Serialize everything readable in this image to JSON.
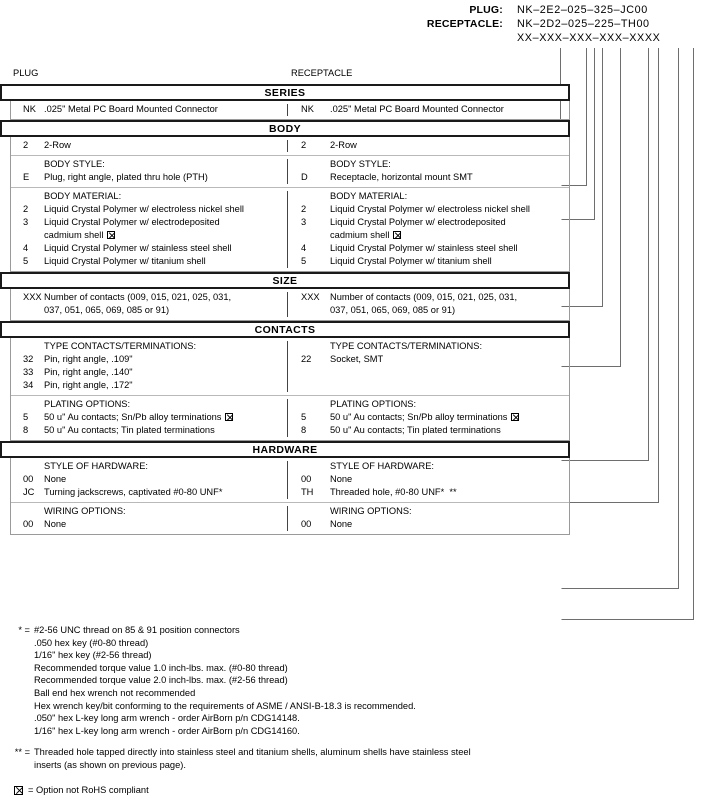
{
  "part_number_header": {
    "rows": [
      {
        "label": "PLUG:",
        "value": "NK–2E2–025–325–JC00"
      },
      {
        "label": "RECEPTACLE:",
        "value": "NK–2D2–025–225–TH00"
      }
    ],
    "mask": "XX–XXX–XXX–XXX–XXXX"
  },
  "column_headers": {
    "plug": "PLUG",
    "receptacle": "RECEPTACLE"
  },
  "sections": [
    {
      "title": "SERIES",
      "groups": [
        {
          "plug": {
            "heading": "",
            "options": [
              {
                "code": "NK",
                "desc": ".025\" Metal PC Board Mounted Connector"
              }
            ]
          },
          "receptacle": {
            "heading": "",
            "options": [
              {
                "code": "NK",
                "desc": ".025\" Metal PC Board Mounted Connector"
              }
            ]
          }
        }
      ]
    },
    {
      "title": "BODY",
      "groups": [
        {
          "plug": {
            "heading": "",
            "options": [
              {
                "code": "2",
                "desc": "2-Row"
              }
            ]
          },
          "receptacle": {
            "heading": "",
            "options": [
              {
                "code": "2",
                "desc": "2-Row"
              }
            ]
          }
        },
        {
          "plug": {
            "heading": "BODY STYLE:",
            "options": [
              {
                "code": "E",
                "desc": "Plug, right angle, plated thru hole (PTH)"
              }
            ]
          },
          "receptacle": {
            "heading": "BODY STYLE:",
            "options": [
              {
                "code": "D",
                "desc": "Receptacle, horizontal mount SMT"
              }
            ]
          }
        },
        {
          "plug": {
            "heading": "BODY MATERIAL:",
            "options": [
              {
                "code": "2",
                "desc": "Liquid Crystal Polymer w/ electroless nickel shell"
              },
              {
                "code": "3",
                "desc": "Liquid Crystal Polymer w/ electrodeposited\ncadmium shell",
                "rohs": true
              },
              {
                "code": "4",
                "desc": "Liquid Crystal Polymer w/ stainless steel shell"
              },
              {
                "code": "5",
                "desc": "Liquid Crystal Polymer w/ titanium shell"
              }
            ]
          },
          "receptacle": {
            "heading": "BODY MATERIAL:",
            "options": [
              {
                "code": "2",
                "desc": "Liquid Crystal Polymer w/ electroless nickel shell"
              },
              {
                "code": "3",
                "desc": "Liquid Crystal Polymer w/ electrodeposited\ncadmium shell",
                "rohs": true
              },
              {
                "code": "4",
                "desc": "Liquid Crystal Polymer w/ stainless steel shell"
              },
              {
                "code": "5",
                "desc": "Liquid Crystal Polymer w/ titanium shell"
              }
            ]
          }
        }
      ]
    },
    {
      "title": "SIZE",
      "groups": [
        {
          "plug": {
            "heading": "",
            "options": [
              {
                "code": "XXX",
                "desc": "Number of contacts (009, 015, 021, 025, 031,\n037, 051, 065, 069, 085 or 91)"
              }
            ]
          },
          "receptacle": {
            "heading": "",
            "options": [
              {
                "code": "XXX",
                "desc": "Number of contacts (009, 015, 021, 025, 031,\n037, 051, 065, 069, 085 or 91)"
              }
            ]
          }
        }
      ]
    },
    {
      "title": "CONTACTS",
      "groups": [
        {
          "plug": {
            "heading": "TYPE CONTACTS/TERMINATIONS:",
            "options": [
              {
                "code": "32",
                "desc": "Pin, right angle, .109\""
              },
              {
                "code": "33",
                "desc": "Pin, right angle, .140\""
              },
              {
                "code": "34",
                "desc": "Pin, right angle, .172\""
              }
            ]
          },
          "receptacle": {
            "heading": "TYPE CONTACTS/TERMINATIONS:",
            "options": [
              {
                "code": "22",
                "desc": "Socket, SMT"
              }
            ]
          }
        },
        {
          "plug": {
            "heading": "PLATING OPTIONS:",
            "options": [
              {
                "code": "5",
                "desc": "50 u\" Au contacts; Sn/Pb alloy terminations",
                "rohs": true
              },
              {
                "code": "8",
                "desc": "50 u\" Au contacts; Tin plated terminations"
              }
            ]
          },
          "receptacle": {
            "heading": "PLATING OPTIONS:",
            "options": [
              {
                "code": "5",
                "desc": "50 u\" Au contacts; Sn/Pb alloy terminations",
                "rohs": true
              },
              {
                "code": "8",
                "desc": "50 u\" Au contacts; Tin plated terminations"
              }
            ]
          }
        }
      ]
    },
    {
      "title": "HARDWARE",
      "groups": [
        {
          "plug": {
            "heading": "STYLE OF HARDWARE:",
            "options": [
              {
                "code": "00",
                "desc": "None"
              },
              {
                "code": "JC",
                "desc": "Turning jackscrews, captivated #0-80 UNF*"
              }
            ]
          },
          "receptacle": {
            "heading": "STYLE OF HARDWARE:",
            "options": [
              {
                "code": "00",
                "desc": "None"
              },
              {
                "code": "TH",
                "desc": "Threaded hole, #0-80 UNF*  **"
              }
            ]
          }
        },
        {
          "plug": {
            "heading": "WIRING OPTIONS:",
            "options": [
              {
                "code": "00",
                "desc": "None"
              }
            ]
          },
          "receptacle": {
            "heading": "WIRING OPTIONS:",
            "options": [
              {
                "code": "00",
                "desc": "None"
              }
            ]
          }
        }
      ]
    }
  ],
  "footnotes": [
    {
      "mark": "* =",
      "lines": [
        "#2-56 UNC thread on 85 & 91 position connectors",
        ".050 hex key (#0-80 thread)",
        "1/16\" hex key (#2-56 thread)",
        "Recommended torque value 1.0 inch-lbs. max. (#0-80 thread)",
        "Recommended torque value 2.0 inch-lbs. max. (#2-56 thread)",
        "Ball end hex wrench not recommended",
        "Hex wrench key/bit conforming to the requirements of ASME / ANSI-B-18.3 is recommended.",
        ".050\" hex L-key long arm wrench - order AirBorn p/n CDG14148.",
        "1/16\" hex L-key long arm wrench - order AirBorn p/n CDG14160."
      ]
    },
    {
      "mark": "** =",
      "lines": [
        "Threaded hole tapped directly into stainless steel and titanium shells, aluminum shells have stainless steel",
        "inserts (as shown on previous page)."
      ]
    }
  ],
  "legend": {
    "text": "= Option not RoHS compliant"
  },
  "colors": {
    "text": "#000000",
    "title_border": "#1a1a1a",
    "panel_border": "#9a9a9a",
    "group_rule": "#b9b9b9",
    "divider": "#444444",
    "bracket": "#6e6e6e",
    "background": "#ffffff"
  }
}
